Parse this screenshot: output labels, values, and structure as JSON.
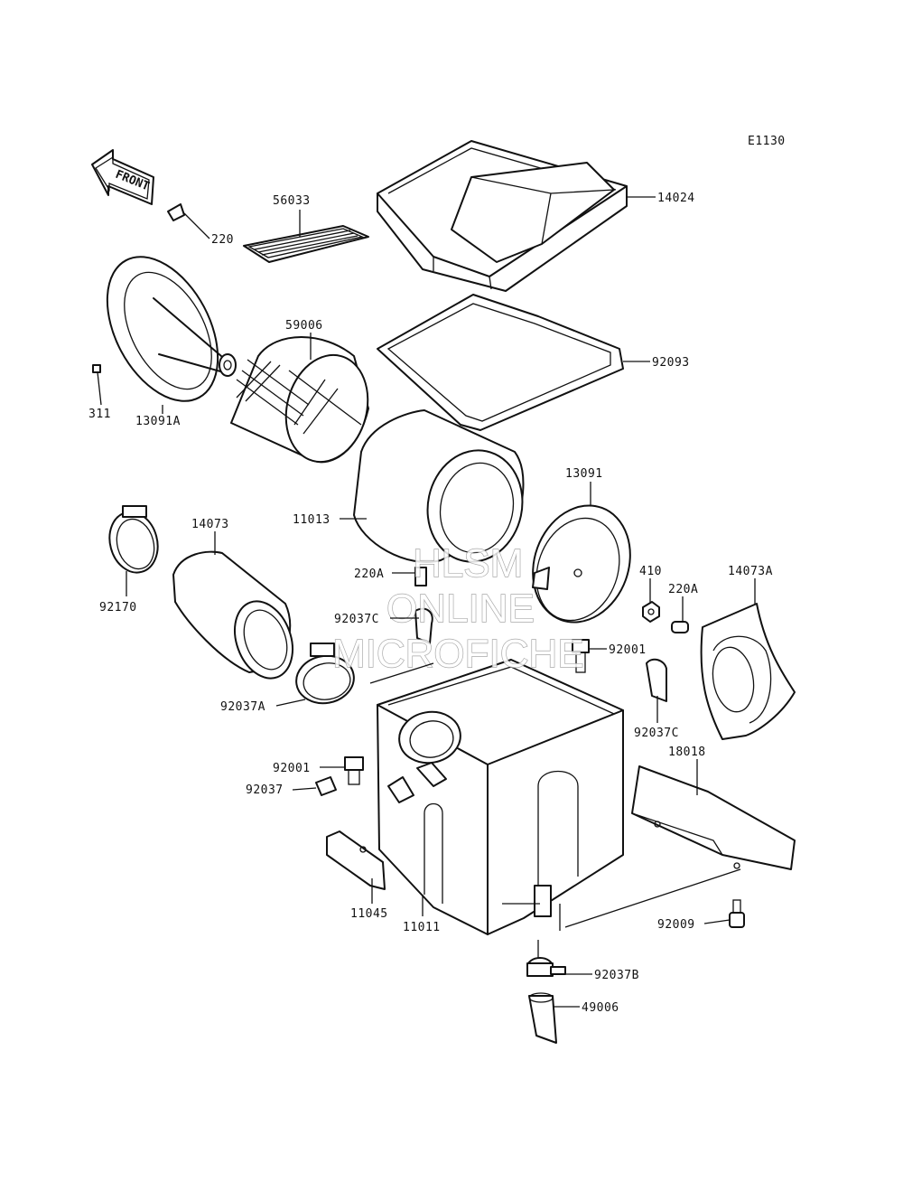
{
  "diagram": {
    "code": "E1130",
    "front_arrow_label": "FRONT",
    "watermark": [
      "HLSM",
      "ONLINE",
      "MICROFICHE"
    ],
    "parts": [
      {
        "id": "p220",
        "label": "220"
      },
      {
        "id": "p56033",
        "label": "56033"
      },
      {
        "id": "p14024",
        "label": "14024"
      },
      {
        "id": "p59006",
        "label": "59006"
      },
      {
        "id": "p92093",
        "label": "92093"
      },
      {
        "id": "p311",
        "label": "311"
      },
      {
        "id": "p13091A",
        "label": "13091A"
      },
      {
        "id": "p11013",
        "label": "11013"
      },
      {
        "id": "p13091",
        "label": "13091"
      },
      {
        "id": "p14073",
        "label": "14073"
      },
      {
        "id": "p92170",
        "label": "92170"
      },
      {
        "id": "p220A_1",
        "label": "220A"
      },
      {
        "id": "p410",
        "label": "410"
      },
      {
        "id": "p14073A",
        "label": "14073A"
      },
      {
        "id": "p220A_2",
        "label": "220A"
      },
      {
        "id": "p92037C_1",
        "label": "92037C"
      },
      {
        "id": "p92001_1",
        "label": "92001"
      },
      {
        "id": "p92037A",
        "label": "92037A"
      },
      {
        "id": "p92037C_2",
        "label": "92037C"
      },
      {
        "id": "p18018",
        "label": "18018"
      },
      {
        "id": "p92001_2",
        "label": "92001"
      },
      {
        "id": "p92037",
        "label": "92037"
      },
      {
        "id": "p11045",
        "label": "11045"
      },
      {
        "id": "p11011",
        "label": "11011"
      },
      {
        "id": "p92009",
        "label": "92009"
      },
      {
        "id": "p92037B",
        "label": "92037B"
      },
      {
        "id": "p49006",
        "label": "49006"
      }
    ]
  }
}
